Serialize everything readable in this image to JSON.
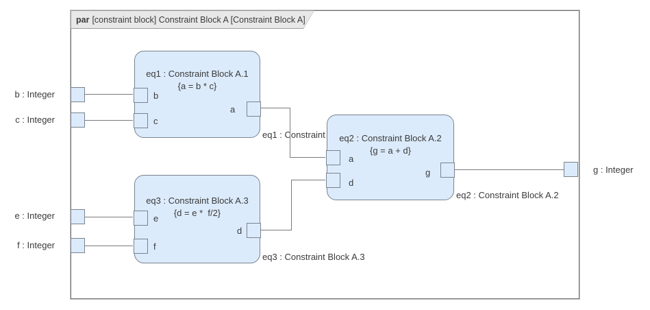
{
  "frame": {
    "keyword": "par",
    "title": "[constraint block] Constraint Block A [Constraint Block A]"
  },
  "parameters": {
    "b": "b : Integer",
    "c": "c : Integer",
    "e": "e : Integer",
    "f": "f : Integer",
    "g": "g : Integer"
  },
  "blocks": {
    "eq1": {
      "title": "eq1 : Constraint Block A.1",
      "constraint": "{a = b * c}",
      "ports": {
        "b": "b",
        "c": "c",
        "a": "a"
      }
    },
    "eq2": {
      "title": "eq2 : Constraint Block A.2",
      "constraint": "{g = a + d}",
      "ports": {
        "a": "a",
        "d": "d",
        "g": "g"
      }
    },
    "eq3": {
      "title": "eq3 : Constraint Block A.3",
      "constraint": "{d = e *  f/2}",
      "ports": {
        "e": "e",
        "f": "f",
        "d": "d"
      }
    }
  },
  "connector_labels": {
    "eq1": "eq1 : Constraint",
    "eq2": "eq2 : Constraint Block A.2",
    "eq3": "eq3 : Constraint Block A.3"
  },
  "colors": {
    "block_fill": "#dcebfb",
    "block_border": "#78828e",
    "header_fill": "#e8e8e8",
    "frame_border": "#6e6e6e",
    "connector": "#7a7a7a",
    "text": "#3a3a3a"
  }
}
